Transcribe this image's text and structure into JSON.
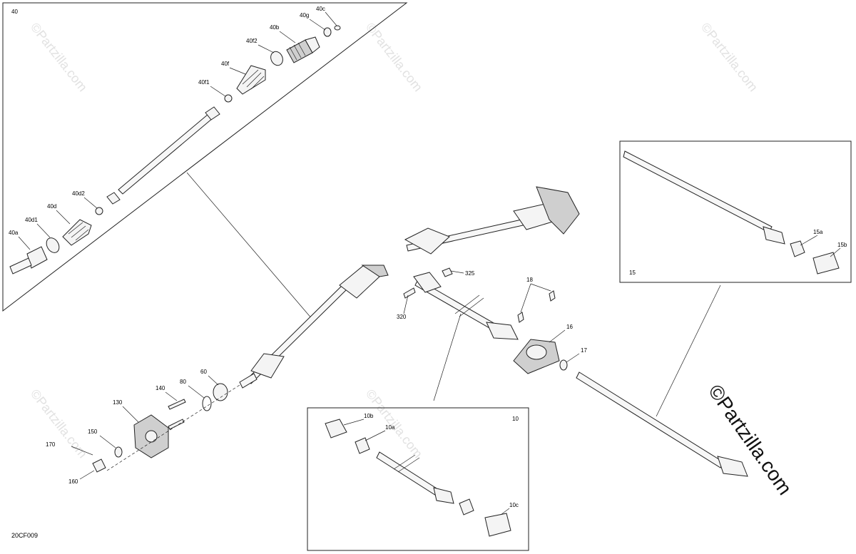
{
  "diagram_id": "20CF009",
  "watermark": "©Partzilla.com",
  "watermark_large": "©Partzilla.com",
  "groups": {
    "g40": "40",
    "g15": "15",
    "g10": "10"
  },
  "labels": {
    "l40c": "40c",
    "l40g": "40g",
    "l40b": "40b",
    "l40f2": "40f2",
    "l40f": "40f",
    "l40f1": "40f1",
    "l40d2": "40d2",
    "l40d": "40d",
    "l40d1": "40d1",
    "l40a": "40a",
    "l15a": "15a",
    "l15b": "15b",
    "l325": "325",
    "l320": "320",
    "l18": "18",
    "l16": "16",
    "l17": "17",
    "l10b": "10b",
    "l10a": "10a",
    "l10c": "10c",
    "l140": "140",
    "l130": "130",
    "l80": "80",
    "l60": "60",
    "l150": "150",
    "l170": "170",
    "l160": "160"
  }
}
